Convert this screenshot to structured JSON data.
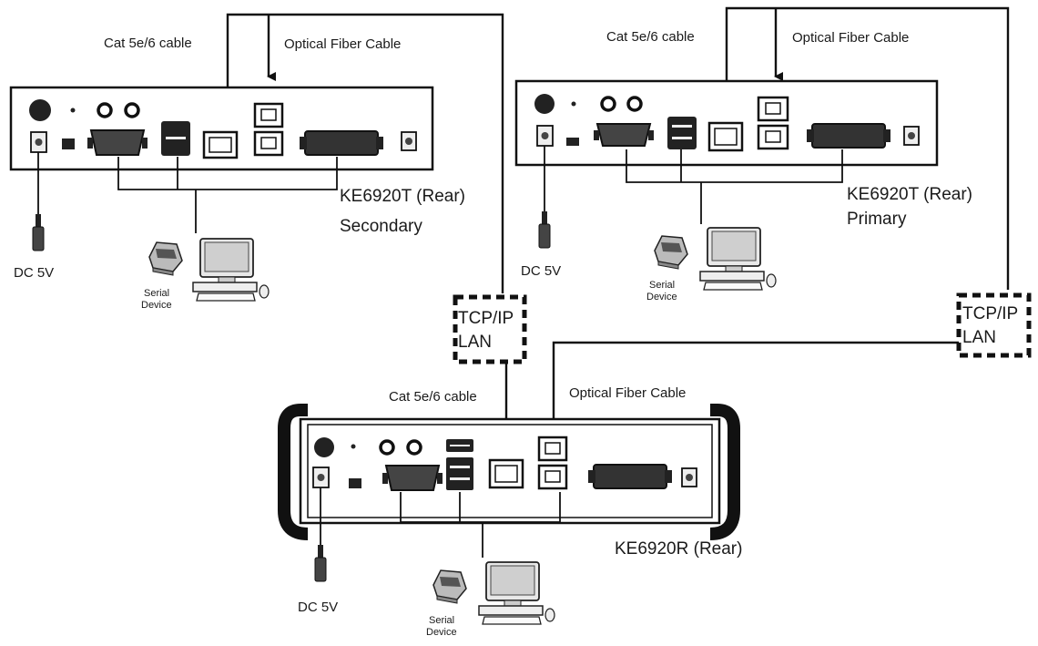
{
  "devices": {
    "secondary": {
      "model": "KE6920T (Rear)",
      "role": "Secondary",
      "cat_cable": "Cat 5e/6 cable",
      "fiber_cable": "Optical Fiber Cable",
      "power": "DC 5V",
      "serial_device": [
        "Serial",
        "Device"
      ]
    },
    "primary": {
      "model": "KE6920T (Rear)",
      "role": "Primary",
      "cat_cable": "Cat 5e/6 cable",
      "fiber_cable": "Optical Fiber Cable",
      "power": "DC 5V",
      "serial_device": [
        "Serial",
        "Device"
      ]
    },
    "receiver": {
      "model": "KE6920R (Rear)",
      "cat_cable": "Cat 5e/6 cable",
      "fiber_cable": "Optical Fiber Cable",
      "power": "DC 5V",
      "serial_device": [
        "Serial",
        "Device"
      ]
    }
  },
  "networks": {
    "lan_left": [
      "TCP/IP",
      "LAN"
    ],
    "lan_right": [
      "TCP/IP",
      "LAN"
    ]
  }
}
